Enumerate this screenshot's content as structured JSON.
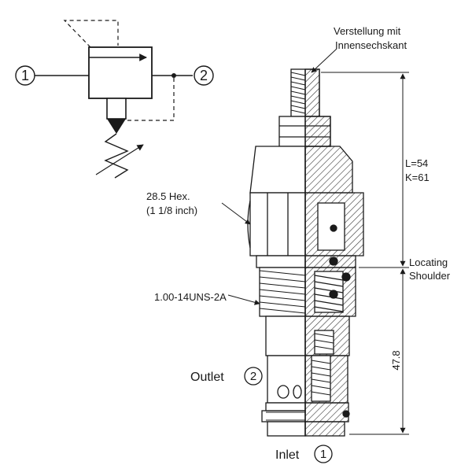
{
  "symbol": {
    "port1": "1",
    "port2": "2"
  },
  "labels": {
    "adjustment_line1": "Verstellung mit",
    "adjustment_line2": "Innensechskant",
    "hex_line1": "28.5 Hex.",
    "hex_line2": "(1 1/8 inch)",
    "thread": "1.00-14UNS-2A",
    "length_L": "L=54",
    "length_K": "K=61",
    "locating_line1": "Locating",
    "locating_line2": "Shoulder",
    "dim_lower": "47.8",
    "outlet": "Outlet",
    "outlet_port": "2",
    "inlet": "Inlet",
    "inlet_port": "1"
  },
  "colors": {
    "line": "#1a1a1a",
    "fill_light": "#ffffff",
    "hatch": "#333333",
    "shade": "#bdbdbd"
  }
}
